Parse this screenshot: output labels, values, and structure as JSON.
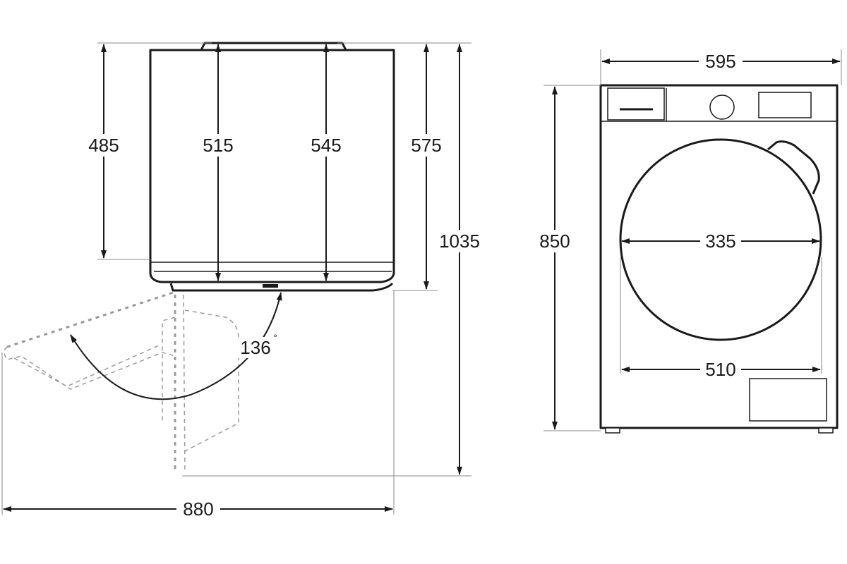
{
  "side_view": {
    "dimensions": {
      "depth_body": "485",
      "depth_with_handle": "515",
      "depth_with_door": "545",
      "depth_total_closed": "575",
      "depth_door_open": "1035",
      "width_door_open": "880",
      "door_angle": "136",
      "degree_symbol": "°"
    }
  },
  "front_view": {
    "dimensions": {
      "width": "595",
      "height": "850",
      "door_inner_diameter": "335",
      "door_outer_diameter": "510"
    }
  }
}
